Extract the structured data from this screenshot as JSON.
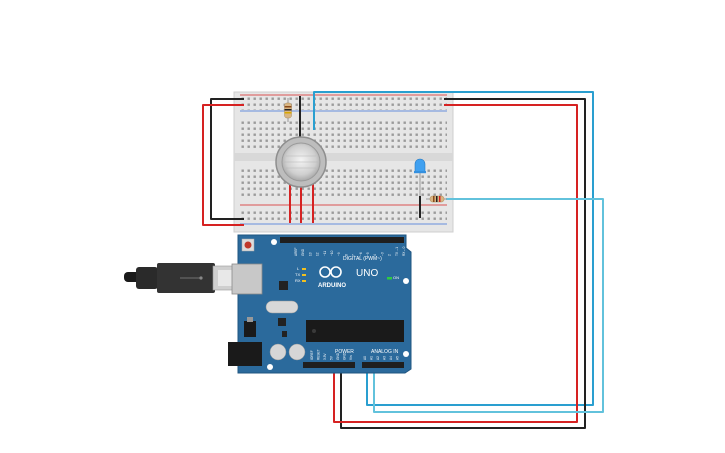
{
  "board": {
    "brand": "ARDUINO",
    "model": "UNO",
    "on_label": "ON",
    "tx_label": "TX",
    "rx_label": "RX",
    "l_label": "L",
    "digital_label": "DIGITAL (PWM~)",
    "power_label": "POWER",
    "analog_label": "ANALOG IN",
    "digital_pins": [
      "AREF",
      "GND",
      "13",
      "12",
      "~11",
      "~10",
      "~9",
      "8",
      "7",
      "~6",
      "~5",
      "4",
      "~3",
      "2",
      "TX→1",
      "RX←0"
    ],
    "power_pins": [
      "IOREF",
      "RESET",
      "3.3V",
      "5V",
      "GND",
      "GND",
      "Vin"
    ],
    "analog_pins": [
      "A0",
      "A1",
      "A2",
      "A3",
      "A4",
      "A5"
    ]
  },
  "colors": {
    "board_blue": "#2b6a9c",
    "breadboard": "#e4e4e4",
    "wire_red": "#d62222",
    "wire_black": "#222222",
    "wire_blue": "#2a9fd0",
    "wire_lightblue": "#62c2dc",
    "led_blue": "#3fa0f0"
  },
  "icons": {
    "usb": "usb-icon",
    "gas_sensor": "gas-sensor-icon",
    "resistor": "resistor-icon",
    "led": "led-icon"
  }
}
